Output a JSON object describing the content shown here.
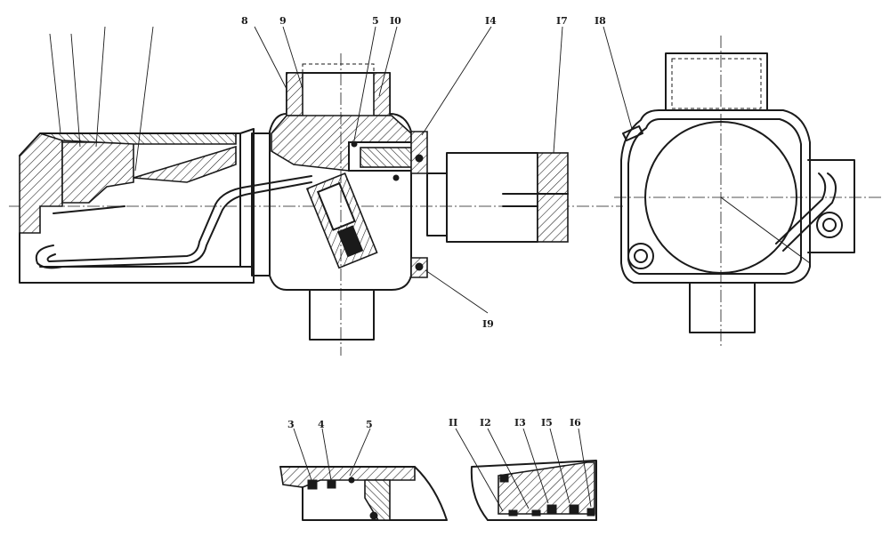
{
  "callouts_top": [
    "8",
    "9",
    "5",
    "I0",
    "I4",
    "I7",
    "I8",
    "I9"
  ],
  "callouts_bottom": [
    "3",
    "4",
    "5",
    "II",
    "I2",
    "I3",
    "I5",
    "I6"
  ],
  "colors": {
    "ink": "#1a1a1a",
    "paper": "#ffffff"
  }
}
